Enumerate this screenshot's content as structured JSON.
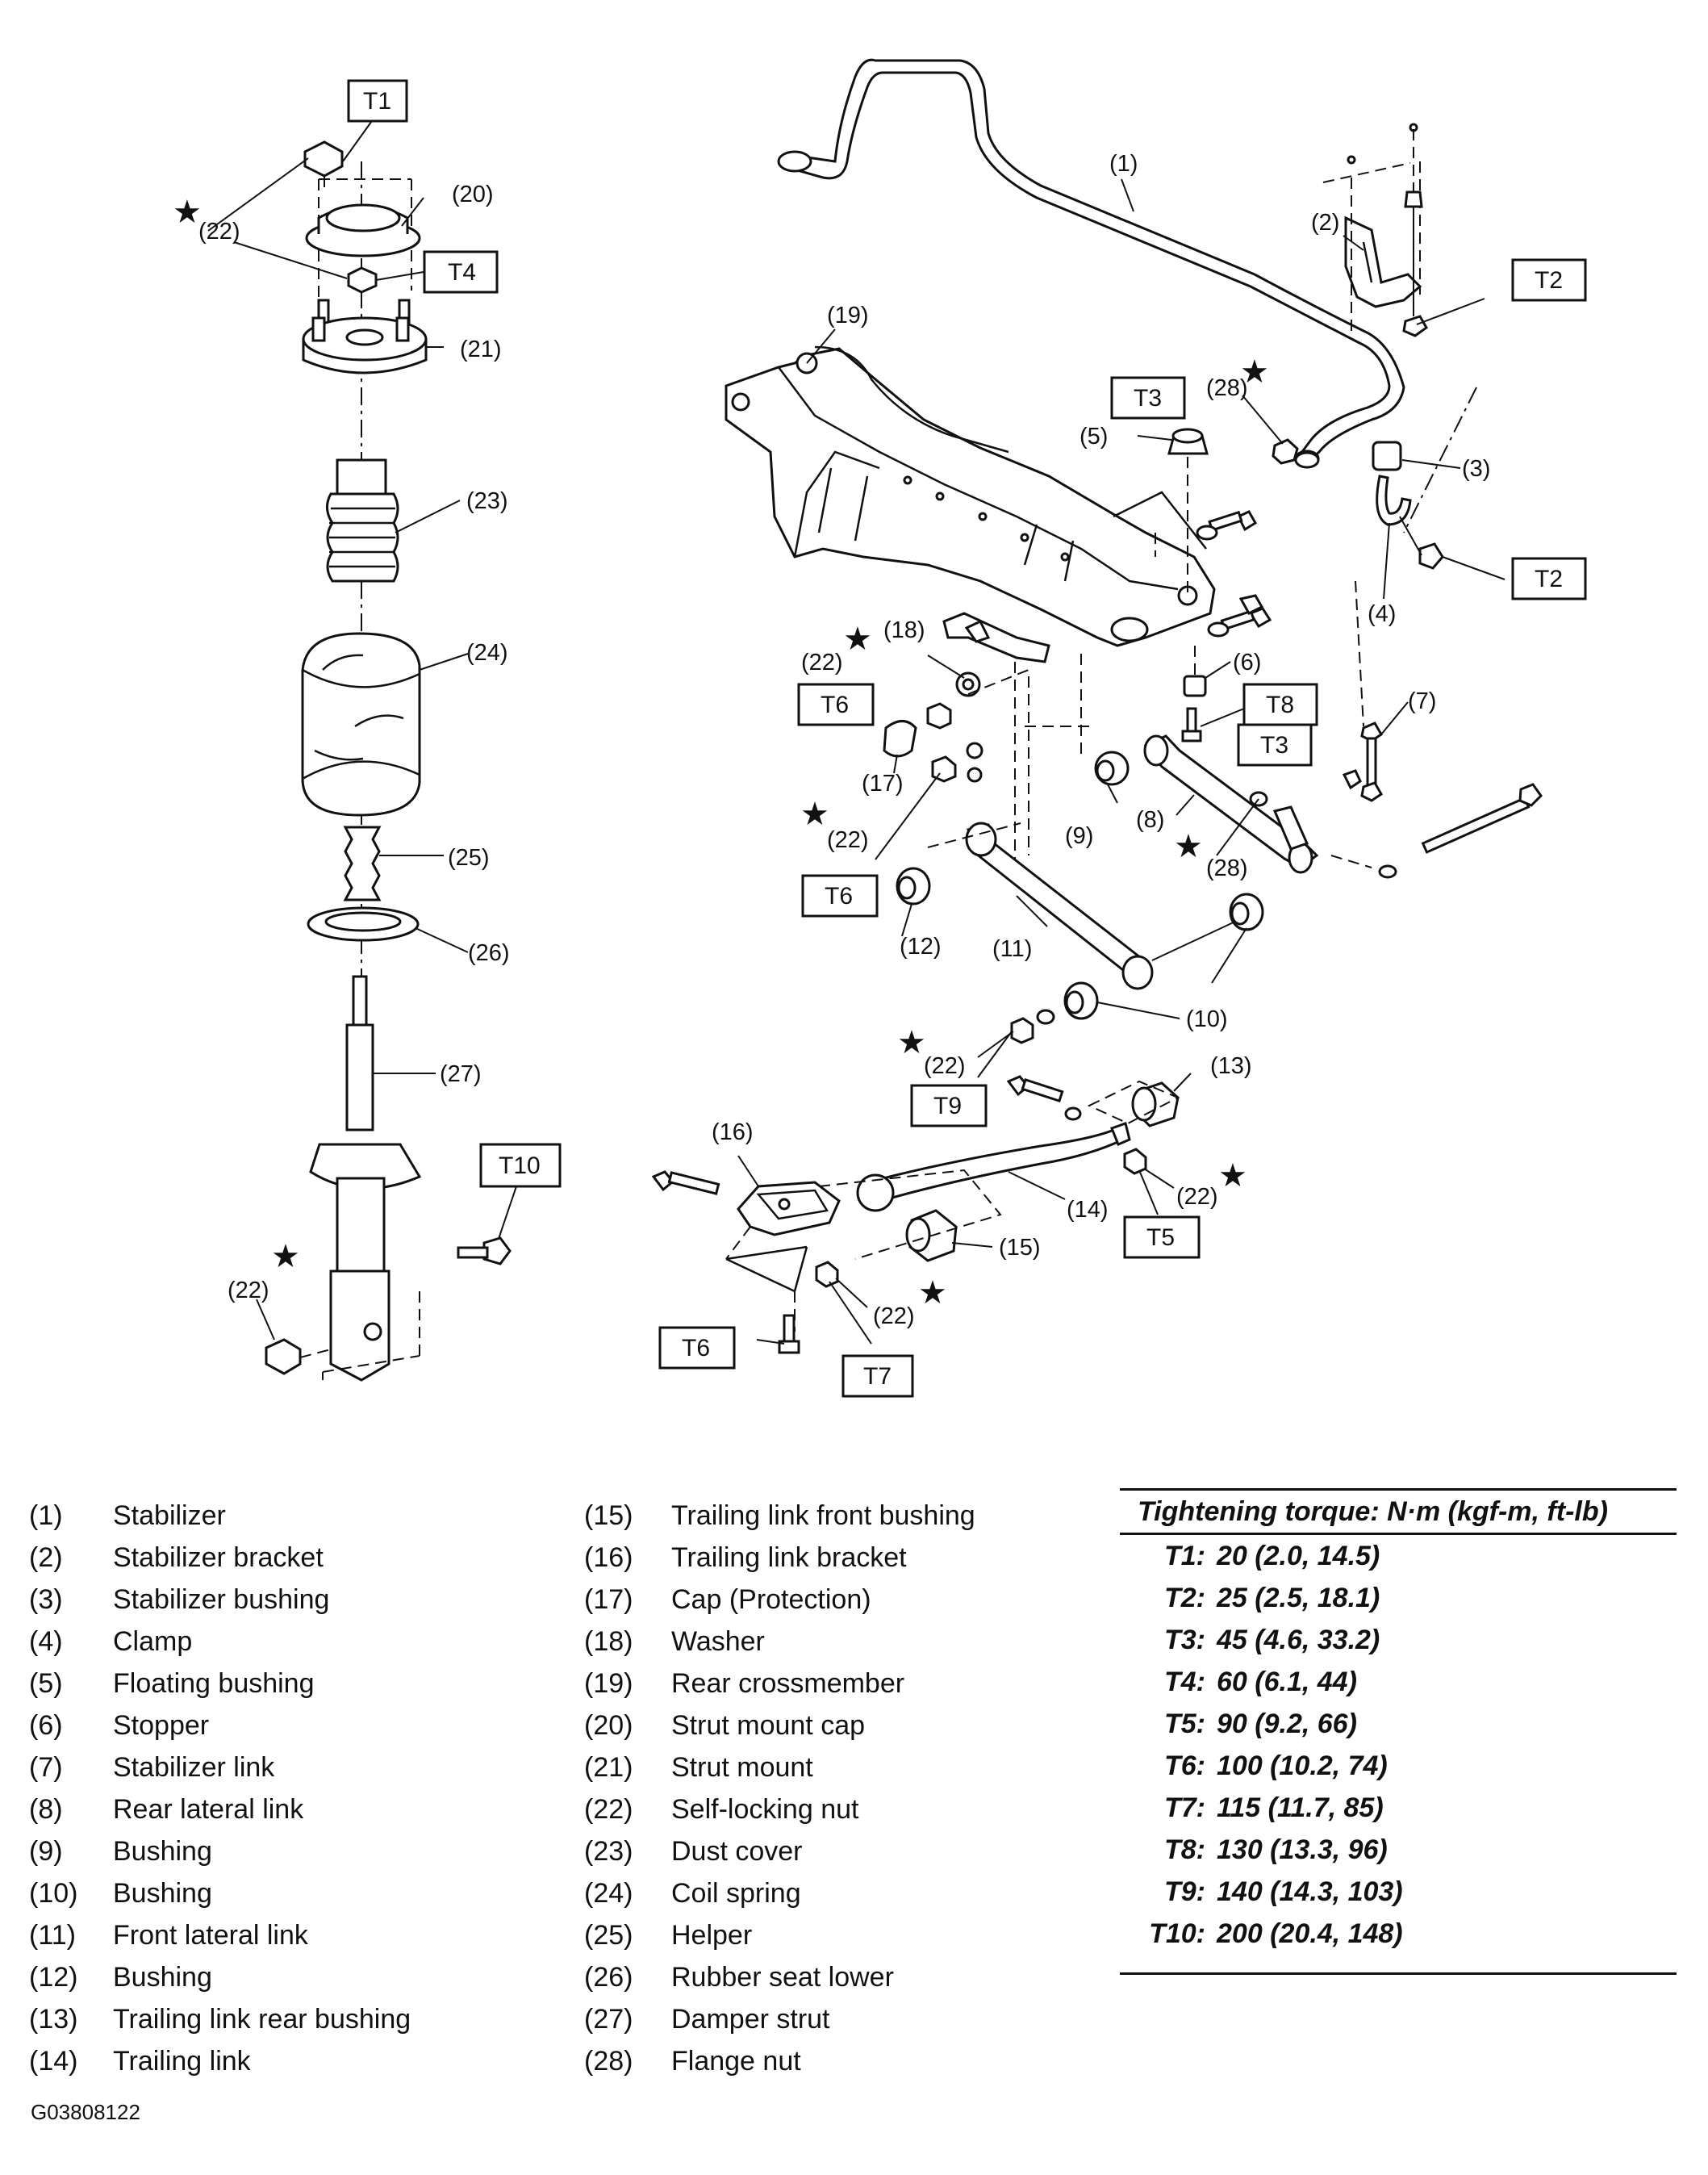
{
  "callouts": {
    "c1": "(1)",
    "c2": "(2)",
    "c3": "(3)",
    "c4": "(4)",
    "c5": "(5)",
    "c6": "(6)",
    "c7": "(7)",
    "c8": "(8)",
    "c9": "(9)",
    "c10": "(10)",
    "c11": "(11)",
    "c12": "(12)",
    "c13": "(13)",
    "c14": "(14)",
    "c15": "(15)",
    "c16": "(16)",
    "c17": "(17)",
    "c18": "(18)",
    "c19": "(19)",
    "c20": "(20)",
    "c21": "(21)",
    "c22": "(22)",
    "c23": "(23)",
    "c24": "(24)",
    "c25": "(25)",
    "c26": "(26)",
    "c27": "(27)",
    "c28": "(28)"
  },
  "torque_tags": {
    "t1": "T1",
    "t2": "T2",
    "t3": "T3",
    "t4": "T4",
    "t5": "T5",
    "t6": "T6",
    "t7": "T7",
    "t8": "T8",
    "t9": "T9",
    "t10": "T10"
  },
  "star": "★",
  "legend_left": [
    {
      "num": "(1)",
      "name": "Stabilizer"
    },
    {
      "num": "(2)",
      "name": "Stabilizer bracket"
    },
    {
      "num": "(3)",
      "name": "Stabilizer bushing"
    },
    {
      "num": "(4)",
      "name": "Clamp"
    },
    {
      "num": "(5)",
      "name": "Floating bushing"
    },
    {
      "num": "(6)",
      "name": "Stopper"
    },
    {
      "num": "(7)",
      "name": "Stabilizer link"
    },
    {
      "num": "(8)",
      "name": "Rear lateral link"
    },
    {
      "num": "(9)",
      "name": "Bushing"
    },
    {
      "num": "(10)",
      "name": "Bushing"
    },
    {
      "num": "(11)",
      "name": "Front lateral link"
    },
    {
      "num": "(12)",
      "name": "Bushing"
    },
    {
      "num": "(13)",
      "name": "Trailing link rear bushing"
    },
    {
      "num": "(14)",
      "name": "Trailing link"
    }
  ],
  "legend_right": [
    {
      "num": "(15)",
      "name": "Trailing link front bushing"
    },
    {
      "num": "(16)",
      "name": "Trailing link bracket"
    },
    {
      "num": "(17)",
      "name": "Cap (Protection)"
    },
    {
      "num": "(18)",
      "name": "Washer"
    },
    {
      "num": "(19)",
      "name": "Rear crossmember"
    },
    {
      "num": "(20)",
      "name": "Strut mount cap"
    },
    {
      "num": "(21)",
      "name": "Strut mount"
    },
    {
      "num": "(22)",
      "name": "Self-locking nut"
    },
    {
      "num": "(23)",
      "name": "Dust cover"
    },
    {
      "num": "(24)",
      "name": "Coil spring"
    },
    {
      "num": "(25)",
      "name": "Helper"
    },
    {
      "num": "(26)",
      "name": "Rubber seat lower"
    },
    {
      "num": "(27)",
      "name": "Damper strut"
    },
    {
      "num": "(28)",
      "name": "Flange nut"
    }
  ],
  "torque_table": {
    "heading": "Tightening torque: N·m (kgf-m, ft-lb)",
    "rows": [
      {
        "key": "T1:",
        "value": "20 (2.0, 14.5)"
      },
      {
        "key": "T2:",
        "value": "25 (2.5, 18.1)"
      },
      {
        "key": "T3:",
        "value": "45 (4.6, 33.2)"
      },
      {
        "key": "T4:",
        "value": "60 (6.1, 44)"
      },
      {
        "key": "T5:",
        "value": "90 (9.2, 66)"
      },
      {
        "key": "T6:",
        "value": "100 (10.2, 74)"
      },
      {
        "key": "T7:",
        "value": "115 (11.7, 85)"
      },
      {
        "key": "T8:",
        "value": "130 (13.3, 96)"
      },
      {
        "key": "T9:",
        "value": "140 (14.3, 103)"
      },
      {
        "key": "T10:",
        "value": "200 (20.4, 148)"
      }
    ]
  },
  "figure_id": "G03808122"
}
